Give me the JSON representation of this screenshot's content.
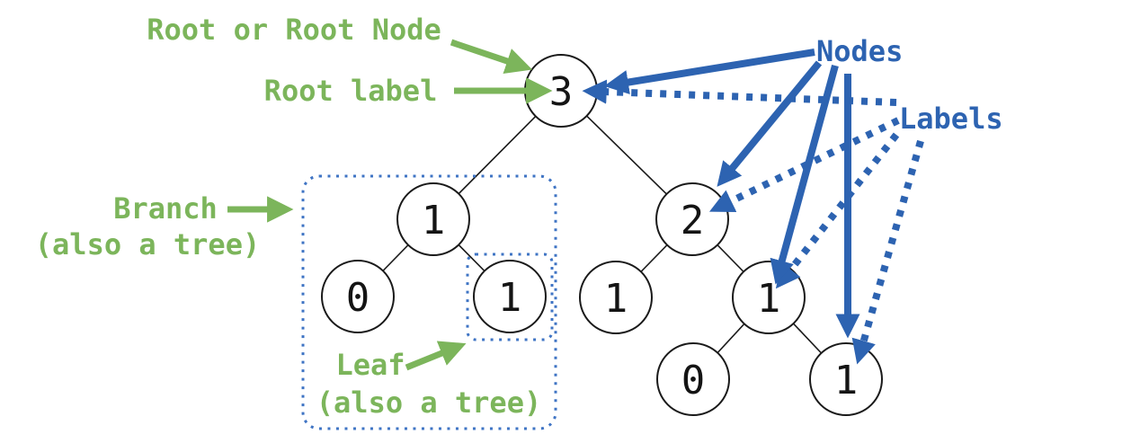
{
  "figure": {
    "annotations": {
      "root_node": "Root or Root Node",
      "root_label": "Root label",
      "branch": "Branch",
      "branch_sub": "(also a tree)",
      "leaf": "Leaf",
      "leaf_sub": "(also a tree)",
      "nodes": "Nodes",
      "labels": "Labels"
    },
    "tree": {
      "nodes": [
        {
          "id": "root",
          "label": "3"
        },
        {
          "id": "branch-root",
          "label": "1"
        },
        {
          "id": "right-subtree-root",
          "label": "2"
        },
        {
          "id": "branch-left-leaf",
          "label": "0"
        },
        {
          "id": "branch-right-leaf",
          "label": "1"
        },
        {
          "id": "right-left-leaf",
          "label": "1"
        },
        {
          "id": "right-inner-node",
          "label": "1"
        },
        {
          "id": "inner-left-leaf",
          "label": "0"
        },
        {
          "id": "inner-right-leaf",
          "label": "1"
        }
      ],
      "edges": [
        [
          0,
          1
        ],
        [
          0,
          2
        ],
        [
          1,
          3
        ],
        [
          1,
          4
        ],
        [
          2,
          5
        ],
        [
          2,
          6
        ],
        [
          6,
          7
        ],
        [
          6,
          8
        ]
      ]
    },
    "colors": {
      "green": "#7cb55b",
      "blue": "#2d63b1"
    }
  }
}
